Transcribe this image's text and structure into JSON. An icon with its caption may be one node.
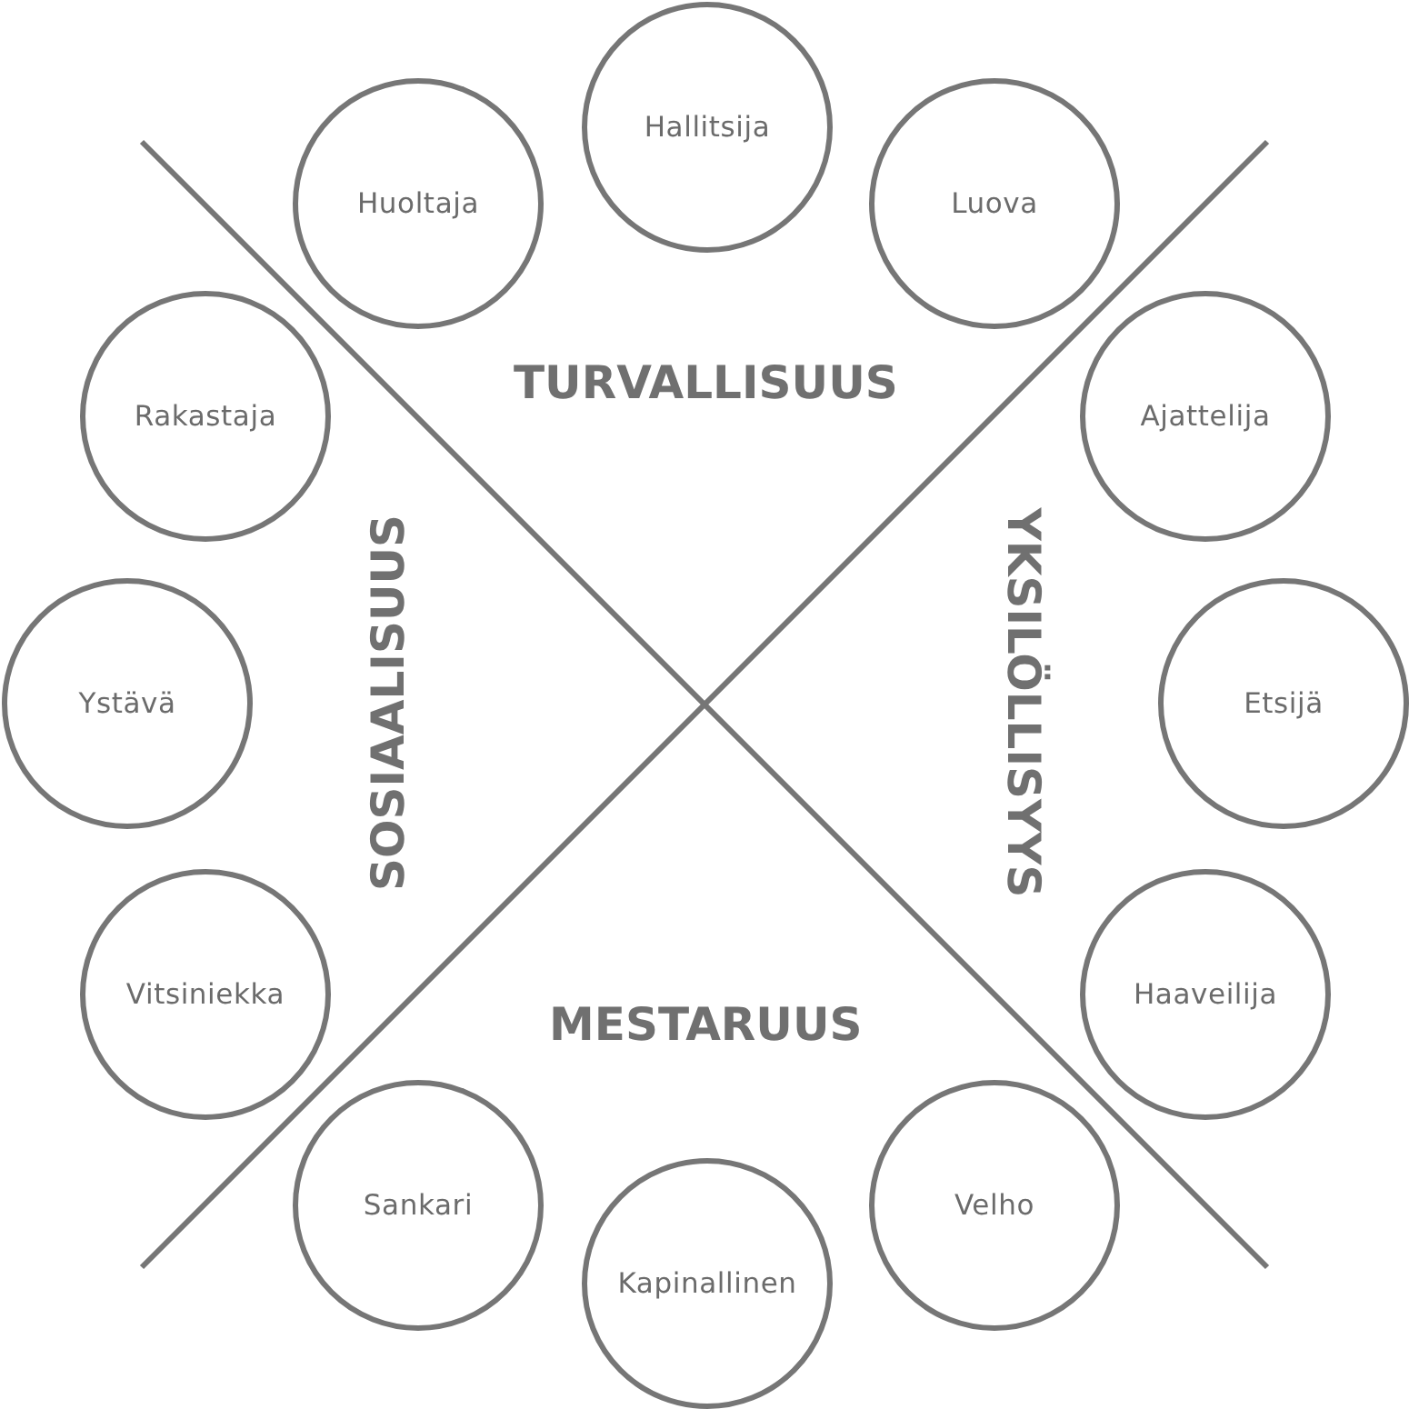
{
  "diagram": {
    "nodes": [
      {
        "text": [
          "Hallitsija"
        ]
      },
      {
        "text": [
          "Luova"
        ]
      },
      {
        "text": [
          "Ajattelija"
        ]
      },
      {
        "text": [
          "Etsijä"
        ]
      },
      {
        "text": [
          "Haaveilija"
        ]
      },
      {
        "text": [
          "Velho"
        ]
      },
      {
        "text": [
          "Kapinallinen"
        ]
      },
      {
        "text": [
          "Sankari"
        ]
      },
      {
        "text": [
          "Vitsiniekka"
        ]
      },
      {
        "text": [
          "Ystävä"
        ]
      },
      {
        "text": [
          "Rakastaja"
        ]
      },
      {
        "text": [
          "Huoltaja"
        ]
      }
    ],
    "labels": [
      "TURVALLISUUS",
      "SOSIAALISUUS",
      "YKSILÖLLISYYS",
      "MESTARUUS"
    ]
  }
}
